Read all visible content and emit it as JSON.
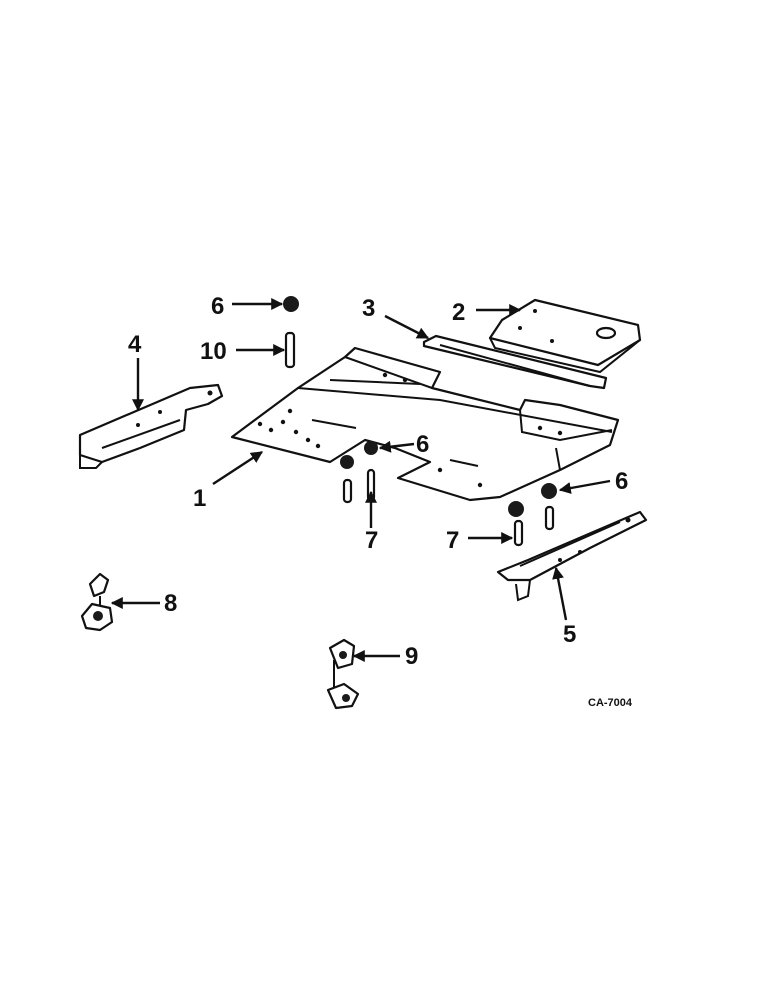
{
  "callouts": {
    "c1": "1",
    "c2": "2",
    "c3": "3",
    "c4": "4",
    "c5": "5",
    "c6a": "6",
    "c6b": "6",
    "c6c": "6",
    "c7a": "7",
    "c7b": "7",
    "c8": "8",
    "c9": "9",
    "c10": "10"
  },
  "figure_code": "CA-7004"
}
